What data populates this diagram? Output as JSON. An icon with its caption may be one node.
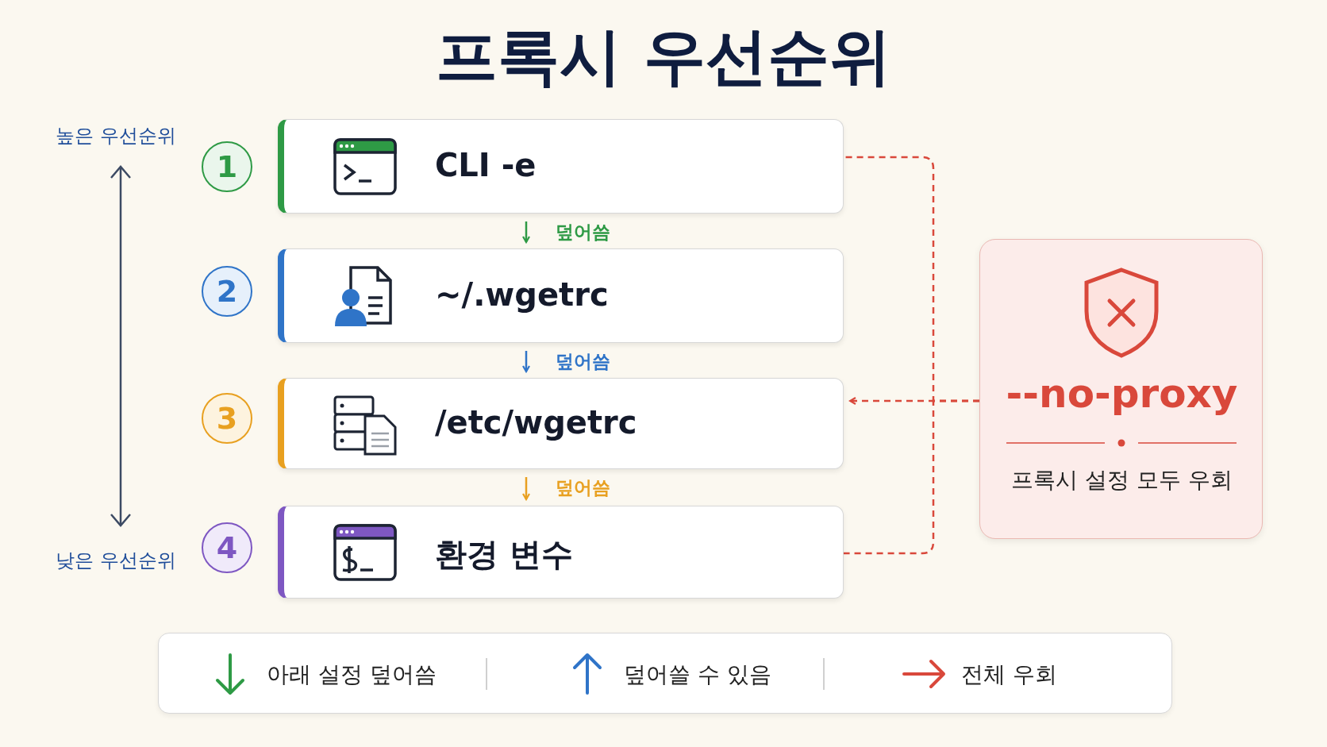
{
  "diagram": {
    "title": "프록시 우선순위",
    "nodes": [
      {
        "text": [
          "1"
        ]
      },
      {
        "text": [
          "CLI -e"
        ]
      },
      {
        "text": [
          "2"
        ]
      },
      {
        "text": [
          "~/.wgetrc"
        ]
      },
      {
        "text": [
          "3"
        ]
      },
      {
        "text": [
          "/etc/wgetrc"
        ]
      },
      {
        "text": [
          "4"
        ]
      },
      {
        "text": [
          "환경 변수"
        ]
      },
      {
        "text": [
          "--no-proxy",
          "프록시 설정 모두 우회"
        ]
      }
    ],
    "edges": [
      {
        "from": 1,
        "to": 3,
        "arrow": "to",
        "label": "덮어씀",
        "color": "#2e9a45"
      },
      {
        "from": 3,
        "to": 5,
        "arrow": "to",
        "label": "덮어씀",
        "color": "#2f74c8"
      },
      {
        "from": 5,
        "to": 7,
        "arrow": "to",
        "label": "덮어씀",
        "color": "#e8a020"
      },
      {
        "from": 8,
        "to": 1,
        "arrow": "none",
        "style": "dashed",
        "color": "#d9483b"
      },
      {
        "from": 8,
        "to": 7,
        "arrow": "none",
        "style": "dashed",
        "color": "#d9483b"
      },
      {
        "from": 8,
        "to": 5,
        "arrow": "to",
        "style": "dashed",
        "color": "#d9483b"
      }
    ],
    "labels": [
      "높은 우선순위",
      "낮은 우선순위"
    ],
    "legend": [
      {
        "text": "아래 설정 덮어씀"
      },
      {
        "text": "덮어쓸 수 있음"
      },
      {
        "text": "전체 우회"
      }
    ]
  }
}
